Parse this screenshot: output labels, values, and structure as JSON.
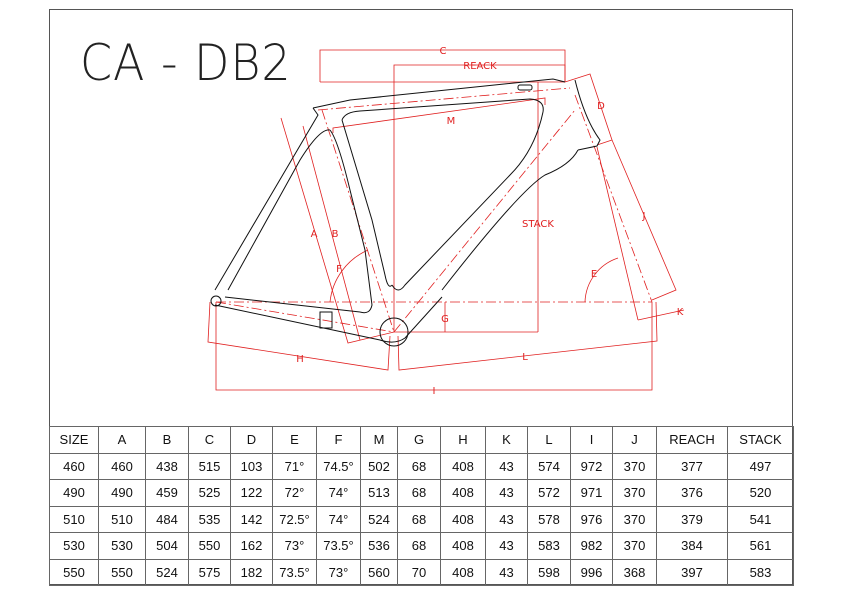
{
  "title": "CA - DB2",
  "diagram_labels": {
    "C": "C",
    "REACK": "REACK",
    "M": "M",
    "D": "D",
    "STACK": "STACK",
    "A": "A",
    "B": "B",
    "F": "F",
    "E": "E",
    "J": "J",
    "K": "K",
    "G": "G",
    "H": "H",
    "L": "L",
    "I": "I"
  },
  "colors": {
    "dimension": "#e02020",
    "frame": "#111111"
  },
  "table": {
    "headers": [
      "SIZE",
      "A",
      "B",
      "C",
      "D",
      "E",
      "F",
      "M",
      "G",
      "H",
      "K",
      "L",
      "I",
      "J",
      "REACH",
      "STACK"
    ],
    "rows": [
      [
        "460",
        "460",
        "438",
        "515",
        "103",
        "71°",
        "74.5°",
        "502",
        "68",
        "408",
        "43",
        "574",
        "972",
        "370",
        "377",
        "497"
      ],
      [
        "490",
        "490",
        "459",
        "525",
        "122",
        "72°",
        "74°",
        "513",
        "68",
        "408",
        "43",
        "572",
        "971",
        "370",
        "376",
        "520"
      ],
      [
        "510",
        "510",
        "484",
        "535",
        "142",
        "72.5°",
        "74°",
        "524",
        "68",
        "408",
        "43",
        "578",
        "976",
        "370",
        "379",
        "541"
      ],
      [
        "530",
        "530",
        "504",
        "550",
        "162",
        "73°",
        "73.5°",
        "536",
        "68",
        "408",
        "43",
        "583",
        "982",
        "370",
        "384",
        "561"
      ],
      [
        "550",
        "550",
        "524",
        "575",
        "182",
        "73.5°",
        "73°",
        "560",
        "70",
        "408",
        "43",
        "598",
        "996",
        "368",
        "397",
        "583"
      ]
    ]
  }
}
